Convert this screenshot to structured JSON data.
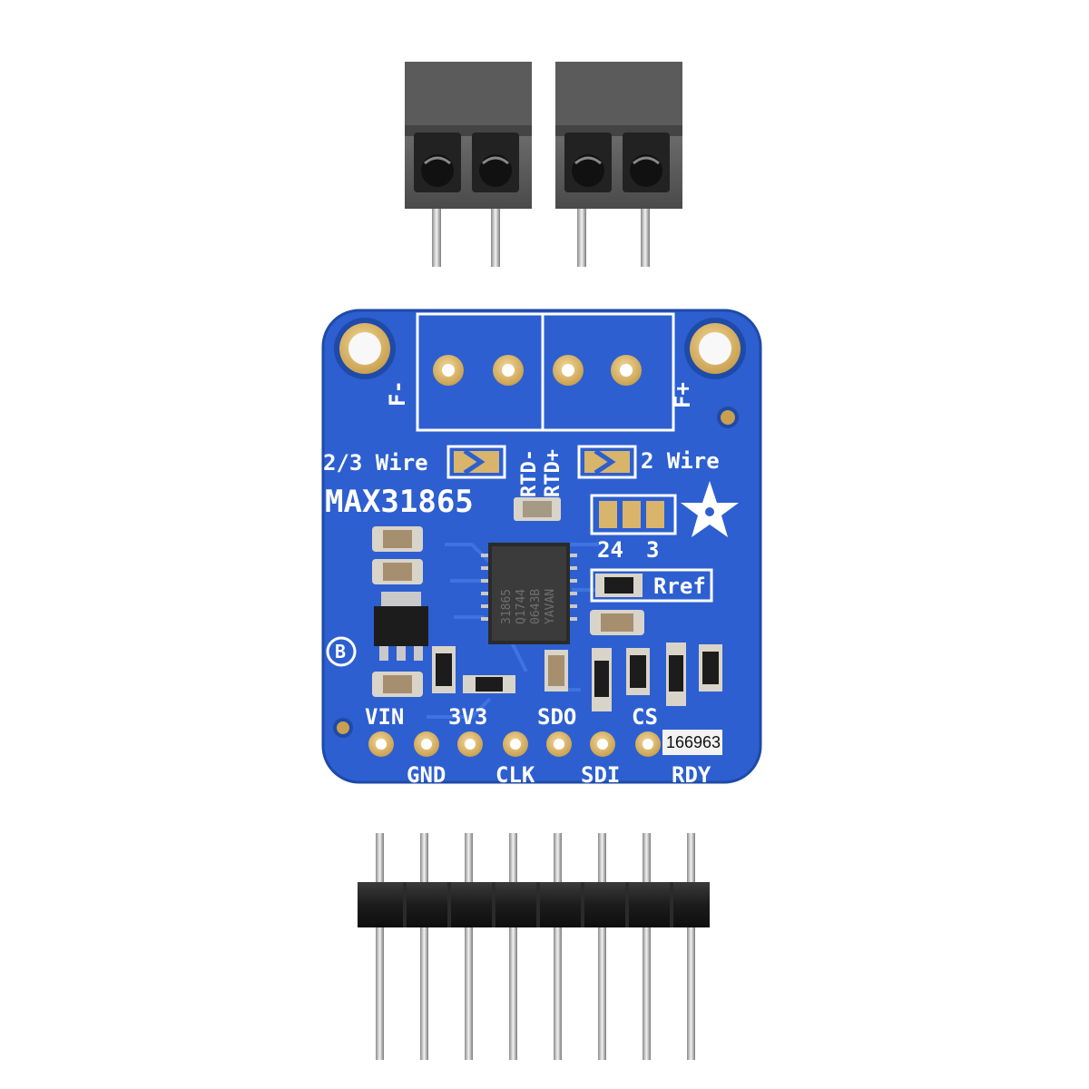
{
  "board": {
    "part_name": "MAX31865",
    "wire_23": "2/3 Wire",
    "wire_2": "2 Wire",
    "rtd_minus": "RTD-",
    "rtd_plus": "RTD+",
    "f_minus": "F-",
    "f_plus": "F+",
    "jumper_24": "24",
    "jumper_3": "3",
    "rref": "Rref",
    "rev": "B",
    "serial": "166963",
    "colors": {
      "pcb": "#2d5fd0",
      "pad": "#d8b56a",
      "silkscreen": "#ffffff"
    }
  },
  "chip_marking": [
    "31865",
    "Q1744",
    "0643B",
    "YAVAN"
  ],
  "pins": {
    "top_row": [
      "VIN",
      "3V3",
      "SDO",
      "CS"
    ],
    "bottom_row": [
      "GND",
      "CLK",
      "SDI",
      "RDY"
    ]
  },
  "parts": {
    "terminal_blocks": 2,
    "header_pins": 8
  }
}
